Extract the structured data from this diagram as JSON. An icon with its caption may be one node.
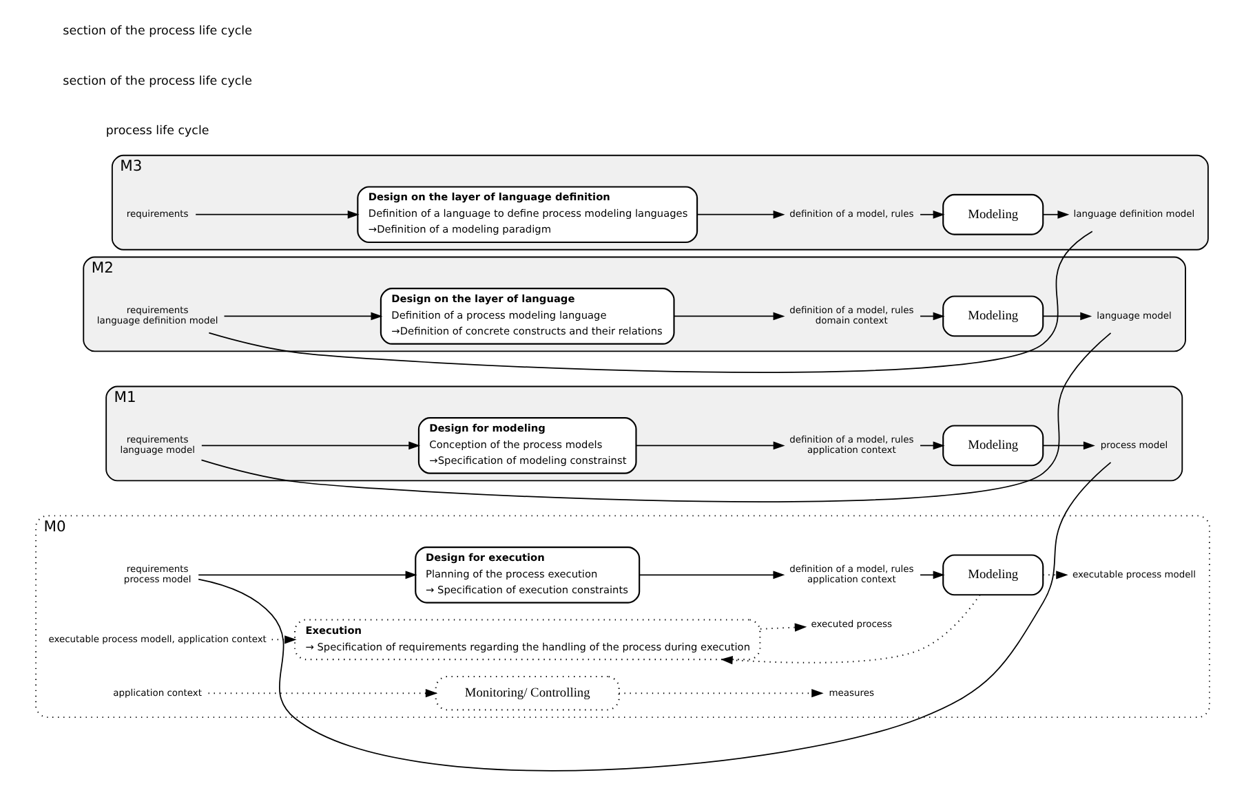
{
  "diagram": {
    "nodes": [
      {
        "text": [
          "M3"
        ]
      },
      {
        "text": [
          "requirements"
        ],
        "in": 0
      },
      {
        "text": [
          "Design on the layer of language definition",
          "Definition of a language to define process modeling languages",
          "→Definition of a modeling paradigm"
        ],
        "in": 0
      },
      {
        "text": [
          "definition of a model, rules"
        ],
        "in": 0
      },
      {
        "text": [
          "Modeling"
        ],
        "in": 0
      },
      {
        "text": [
          "language definition model"
        ],
        "in": 0
      },
      {
        "text": [
          "M2"
        ]
      },
      {
        "text": [
          "requirements",
          "language definition model"
        ],
        "in": 6
      },
      {
        "text": [
          "Design on the layer of language",
          "Definition of a process modeling language",
          "→Definition of concrete constructs and their relations"
        ],
        "in": 6
      },
      {
        "text": [
          "definition of a model, rules",
          "domain context"
        ],
        "in": 6
      },
      {
        "text": [
          "Modeling"
        ],
        "in": 6
      },
      {
        "text": [
          "language model"
        ],
        "in": 6
      },
      {
        "text": [
          "M1"
        ]
      },
      {
        "text": [
          "requirements",
          "language model"
        ],
        "in": 12
      },
      {
        "text": [
          "Design for modeling",
          "Conception of the process models",
          "→Specification of modeling constrainst"
        ],
        "in": 12
      },
      {
        "text": [
          "definition of a model, rules",
          "application context"
        ],
        "in": 12
      },
      {
        "text": [
          "Modeling"
        ],
        "in": 12
      },
      {
        "text": [
          "process model"
        ],
        "in": 12
      },
      {
        "text": [
          "M0"
        ]
      },
      {
        "text": [
          "requirements",
          "process model"
        ],
        "in": 18
      },
      {
        "text": [
          "Design for execution",
          "Planning of the process execution",
          "→ Specification of execution constraints"
        ],
        "in": 18
      },
      {
        "text": [
          "definition of a model, rules",
          "application context"
        ],
        "in": 18
      },
      {
        "text": [
          "Modeling"
        ],
        "in": 18
      },
      {
        "text": [
          "executable process modell"
        ],
        "in": 18
      },
      {
        "text": [
          "executable process modell, application context"
        ],
        "in": 18
      },
      {
        "text": [
          "Execution",
          "→ Specification of requirements regarding the handling of the process during execution"
        ],
        "in": 18
      },
      {
        "text": [
          "executed process"
        ],
        "in": 18
      },
      {
        "text": [
          "application context"
        ],
        "in": 18
      },
      {
        "text": [
          "Monitoring/ Controlling"
        ],
        "in": 18
      },
      {
        "text": [
          "measures"
        ],
        "in": 18
      }
    ],
    "edges": [
      {
        "from": 1,
        "to": 2,
        "arrow": "to"
      },
      {
        "from": 2,
        "to": 3,
        "arrow": "to"
      },
      {
        "from": 3,
        "to": 4,
        "arrow": "to"
      },
      {
        "from": 4,
        "to": 5,
        "arrow": "to"
      },
      {
        "from": 5,
        "to": 7,
        "arrow": "none"
      },
      {
        "from": 7,
        "to": 8,
        "arrow": "to"
      },
      {
        "from": 8,
        "to": 9,
        "arrow": "to"
      },
      {
        "from": 9,
        "to": 10,
        "arrow": "to"
      },
      {
        "from": 10,
        "to": 11,
        "arrow": "to"
      },
      {
        "from": 11,
        "to": 13,
        "arrow": "none"
      },
      {
        "from": 13,
        "to": 14,
        "arrow": "to"
      },
      {
        "from": 14,
        "to": 15,
        "arrow": "to"
      },
      {
        "from": 15,
        "to": 16,
        "arrow": "to"
      },
      {
        "from": 16,
        "to": 17,
        "arrow": "to"
      },
      {
        "from": 17,
        "to": 19,
        "arrow": "none"
      },
      {
        "from": 19,
        "to": 20,
        "arrow": "to"
      },
      {
        "from": 20,
        "to": 21,
        "arrow": "to"
      },
      {
        "from": 21,
        "to": 22,
        "arrow": "to"
      },
      {
        "from": 22,
        "to": 23,
        "arrow": "to",
        "style": "dashed"
      },
      {
        "from": 22,
        "to": 25,
        "arrow": "to",
        "style": "dashed"
      },
      {
        "from": 24,
        "to": 25,
        "arrow": "to",
        "style": "dashed"
      },
      {
        "from": 25,
        "to": 26,
        "arrow": "to",
        "style": "dashed"
      },
      {
        "from": 27,
        "to": 28,
        "arrow": "to",
        "style": "dashed"
      },
      {
        "from": 28,
        "to": 29,
        "arrow": "to",
        "style": "dashed"
      }
    ],
    "labels": [
      "process life cycle",
      "section of the process life cycle",
      "section of the process life cycle"
    ]
  }
}
